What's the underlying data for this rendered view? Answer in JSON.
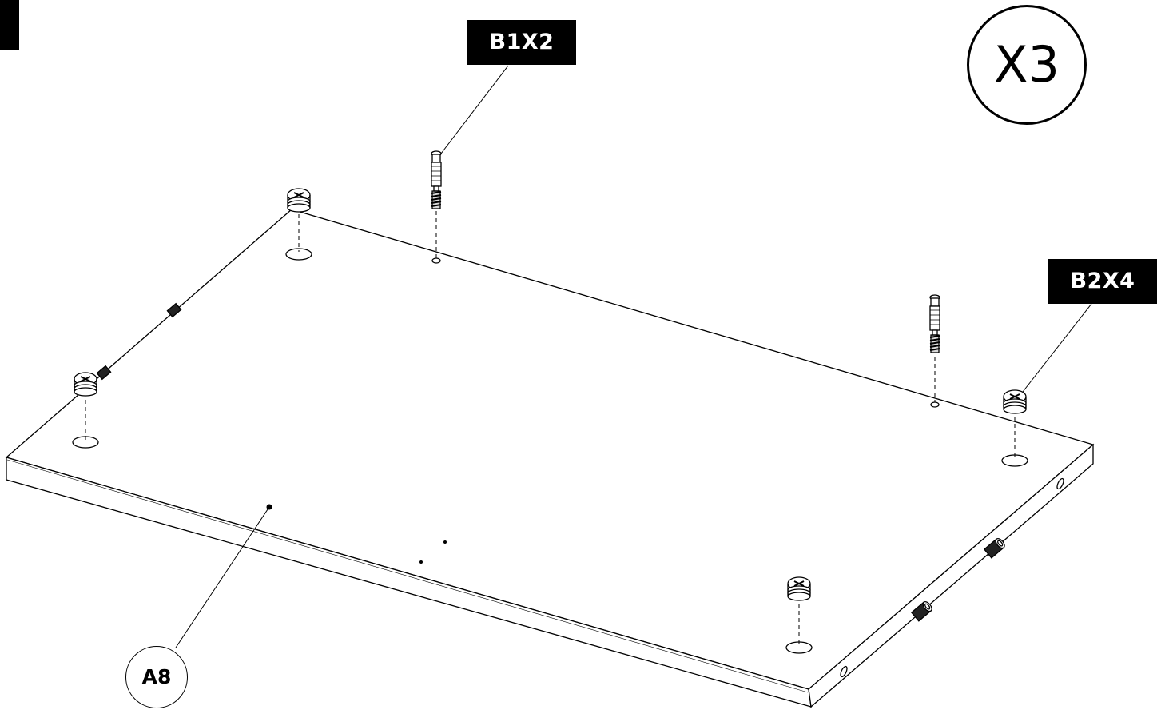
{
  "step": {
    "quantity_label": "X3"
  },
  "callouts": {
    "part_label": "A8",
    "hardware": [
      {
        "label": "B1X2"
      },
      {
        "label": "B2X4"
      }
    ]
  },
  "colors": {
    "ink": "#000000",
    "paper": "#ffffff"
  }
}
